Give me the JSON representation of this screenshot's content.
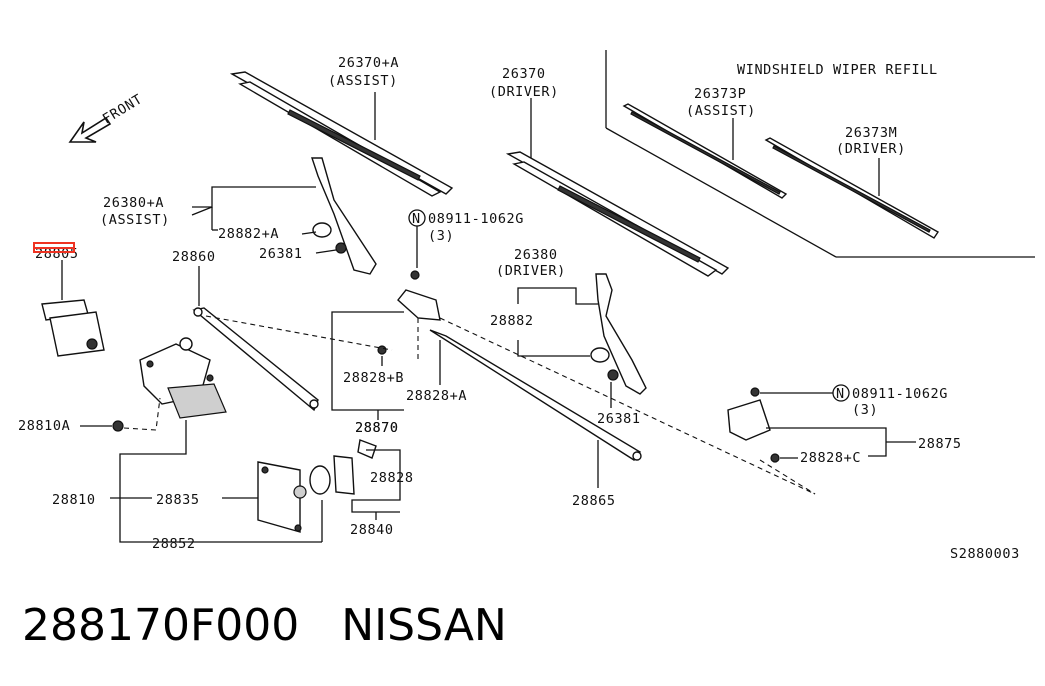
{
  "diagram": {
    "labels": {
      "front": "FRONT",
      "windshield_refill": "WINDSHIELD WIPER REFILL",
      "blade_assist_no": "26370+A",
      "blade_assist_name": "(ASSIST)",
      "blade_driver_no": "26370",
      "blade_driver_name": "(DRIVER)",
      "refill_assist_no": "26373P",
      "refill_assist_name": "(ASSIST)",
      "refill_driver_no": "26373M",
      "refill_driver_name": "(DRIVER)",
      "arm_assist_no": "26380+A",
      "arm_assist_name": "(ASSIST)",
      "cap_assist": "28882+A",
      "nut_assist": "26381",
      "bolt_top": "08911-1062G",
      "bolt_top_qty": "(3)",
      "arm_driver_no": "26380",
      "arm_driver_name": "(DRIVER)",
      "cap_driver": "28882",
      "nut_driver": "26381",
      "bolt_right": "08911-1062G",
      "bolt_right_qty": "(3)",
      "pivot_c": "28828+C",
      "pivot_assy_right": "28875",
      "link_left": "28860",
      "pivot_b": "28828+B",
      "pivot_a": "28828+A",
      "pivot_assy": "28870",
      "link_main": "28865",
      "screw": "28810A",
      "motor": "28810",
      "seal": "28835",
      "bracket": "28852",
      "pivot_small": "28828",
      "kit": "28840",
      "hidden_part": "28805",
      "drawing_no": "S2880003",
      "nut_symbol": "N"
    }
  },
  "footer": {
    "part_number": "288170F000",
    "brand": "NISSAN"
  }
}
